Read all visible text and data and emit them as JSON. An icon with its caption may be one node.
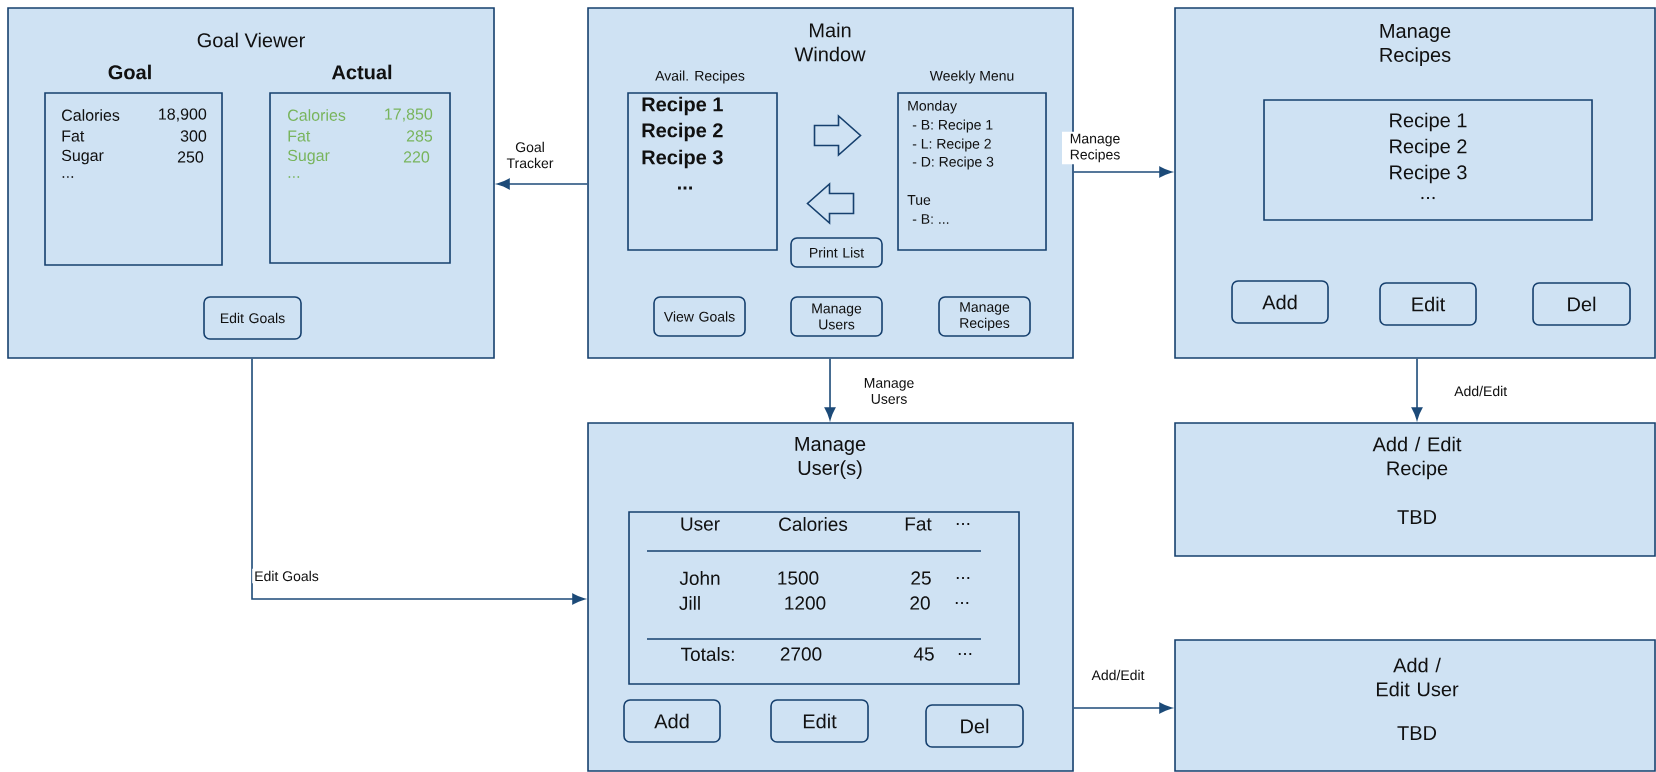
{
  "diagram": {
    "nodes": [
      {
        "text": [
          "Goal Viewer"
        ]
      },
      {
        "text": [
          "Goal",
          "Calories",
          "18,900",
          "Fat",
          "300",
          "Sugar",
          "250",
          "..."
        ],
        "in": 0
      },
      {
        "text": [
          "Actual",
          "Calories",
          "17,850",
          "Fat",
          "285",
          "Sugar",
          "220",
          "..."
        ],
        "in": 0
      },
      {
        "text": [
          "Edit Goals"
        ],
        "in": 0
      },
      {
        "text": [
          "Main Window"
        ]
      },
      {
        "text": [
          "Avail. Recipes",
          "Recipe 1",
          "Recipe 2",
          "Recipe 3",
          "..."
        ],
        "in": 4
      },
      {
        "text": [
          "Print List"
        ],
        "in": 4
      },
      {
        "text": [
          "Weekly Menu",
          "Monday",
          "- B: Recipe 1",
          "- L: Recipe 2",
          "- D: Recipe 3",
          "Tue",
          "- B: ..."
        ],
        "in": 4
      },
      {
        "text": [
          "View Goals"
        ],
        "in": 4
      },
      {
        "text": [
          "Manage Users"
        ],
        "in": 4
      },
      {
        "text": [
          "Manage Recipes"
        ],
        "in": 4
      },
      {
        "text": [
          "Manage Recipes"
        ]
      },
      {
        "text": [
          "Recipe 1",
          "Recipe 2",
          "Recipe 3",
          "..."
        ],
        "in": 11
      },
      {
        "text": [
          "Add"
        ],
        "in": 11
      },
      {
        "text": [
          "Edit"
        ],
        "in": 11
      },
      {
        "text": [
          "Del"
        ],
        "in": 11
      },
      {
        "text": [
          "Manage User(s)"
        ]
      },
      {
        "text": [
          "User",
          "Calories",
          "Fat",
          "...",
          "John",
          "1500",
          "25",
          "...",
          "Jill",
          "1200",
          "20",
          "...",
          "Totals:",
          "2700",
          "45",
          "..."
        ],
        "in": 16
      },
      {
        "text": [
          "Add"
        ],
        "in": 16
      },
      {
        "text": [
          "Edit"
        ],
        "in": 16
      },
      {
        "text": [
          "Del"
        ],
        "in": 16
      },
      {
        "text": [
          "Add / Edit Recipe",
          "TBD"
        ]
      },
      {
        "text": [
          "Add / Edit User",
          "TBD"
        ]
      }
    ],
    "edges": [
      {
        "from": 4,
        "to": 0,
        "arrow": "to",
        "label": "Goal Tracker"
      },
      {
        "from": 4,
        "to": 11,
        "arrow": "to",
        "label": "Manage Recipes"
      },
      {
        "from": 4,
        "to": 16,
        "arrow": "to",
        "label": "Manage Users"
      },
      {
        "from": 0,
        "to": 16,
        "arrow": "to",
        "label": "Edit Goals"
      },
      {
        "from": 11,
        "to": 21,
        "arrow": "to",
        "label": "Add/Edit"
      },
      {
        "from": 16,
        "to": 22,
        "arrow": "to",
        "label": "Add/Edit"
      },
      {
        "from": 5,
        "to": 7,
        "arrow": "to"
      },
      {
        "from": 7,
        "to": 5,
        "arrow": "to"
      }
    ]
  }
}
